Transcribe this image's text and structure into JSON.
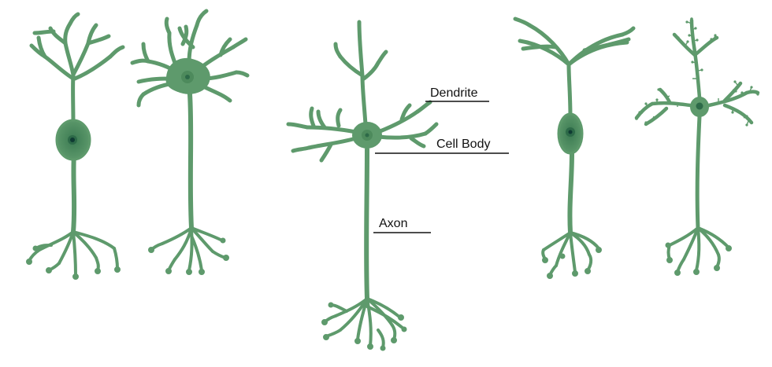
{
  "labels": {
    "dendrite": "Dendrite",
    "cell_body": "Cell Body",
    "axon": "Axon"
  },
  "colors": {
    "neuron": "#5e9a6c",
    "neuron_dark": "#4d8a5c",
    "soma_inner": "#3f7d53",
    "nucleus_ring": "#2d6a48",
    "nucleus": "#0f3b33",
    "text": "#111111",
    "background": "#ffffff"
  },
  "neuron_types": [
    {
      "id": "bipolar-neuron"
    },
    {
      "id": "multipolar-neuron"
    },
    {
      "id": "labeled-neuron"
    },
    {
      "id": "pseudounipolar-neuron"
    },
    {
      "id": "spiny-neuron"
    }
  ]
}
